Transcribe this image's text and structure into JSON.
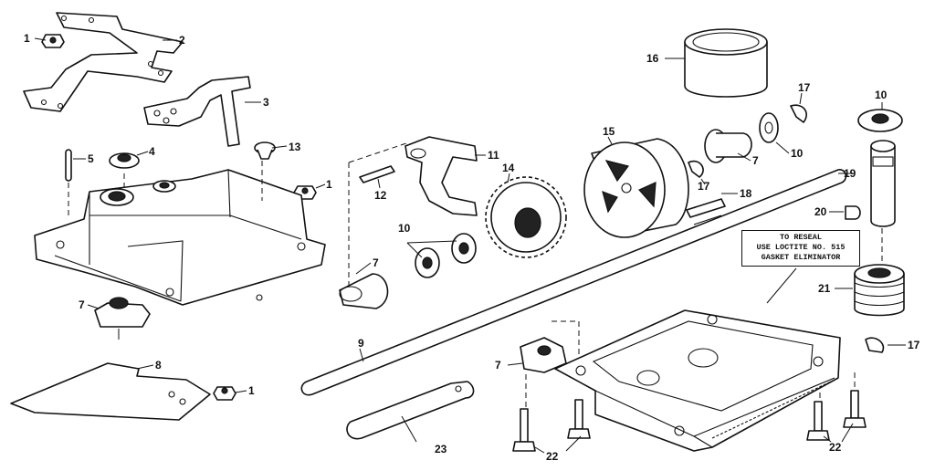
{
  "callouts": {
    "c1a": "1",
    "c1b": "1",
    "c1c": "1",
    "c2": "2",
    "c3": "3",
    "c4": "4",
    "c5": "5",
    "c7a": "7",
    "c7b": "7",
    "c7c": "7",
    "c7d": "7",
    "c8": "8",
    "c9": "9",
    "c10a": "10",
    "c10b": "10",
    "c10c": "10",
    "c11": "11",
    "c12": "12",
    "c13": "13",
    "c14": "14",
    "c15": "15",
    "c16": "16",
    "c17a": "17",
    "c17b": "17",
    "c17c": "17",
    "c18": "18",
    "c19": "19",
    "c20": "20",
    "c21": "21",
    "c22a": "22",
    "c22b": "22",
    "c23": "23"
  },
  "note": {
    "line1": "TO RESEAL",
    "line2": "USE LOCTITE NO. 515",
    "line3": "GASKET ELIMINATOR"
  }
}
